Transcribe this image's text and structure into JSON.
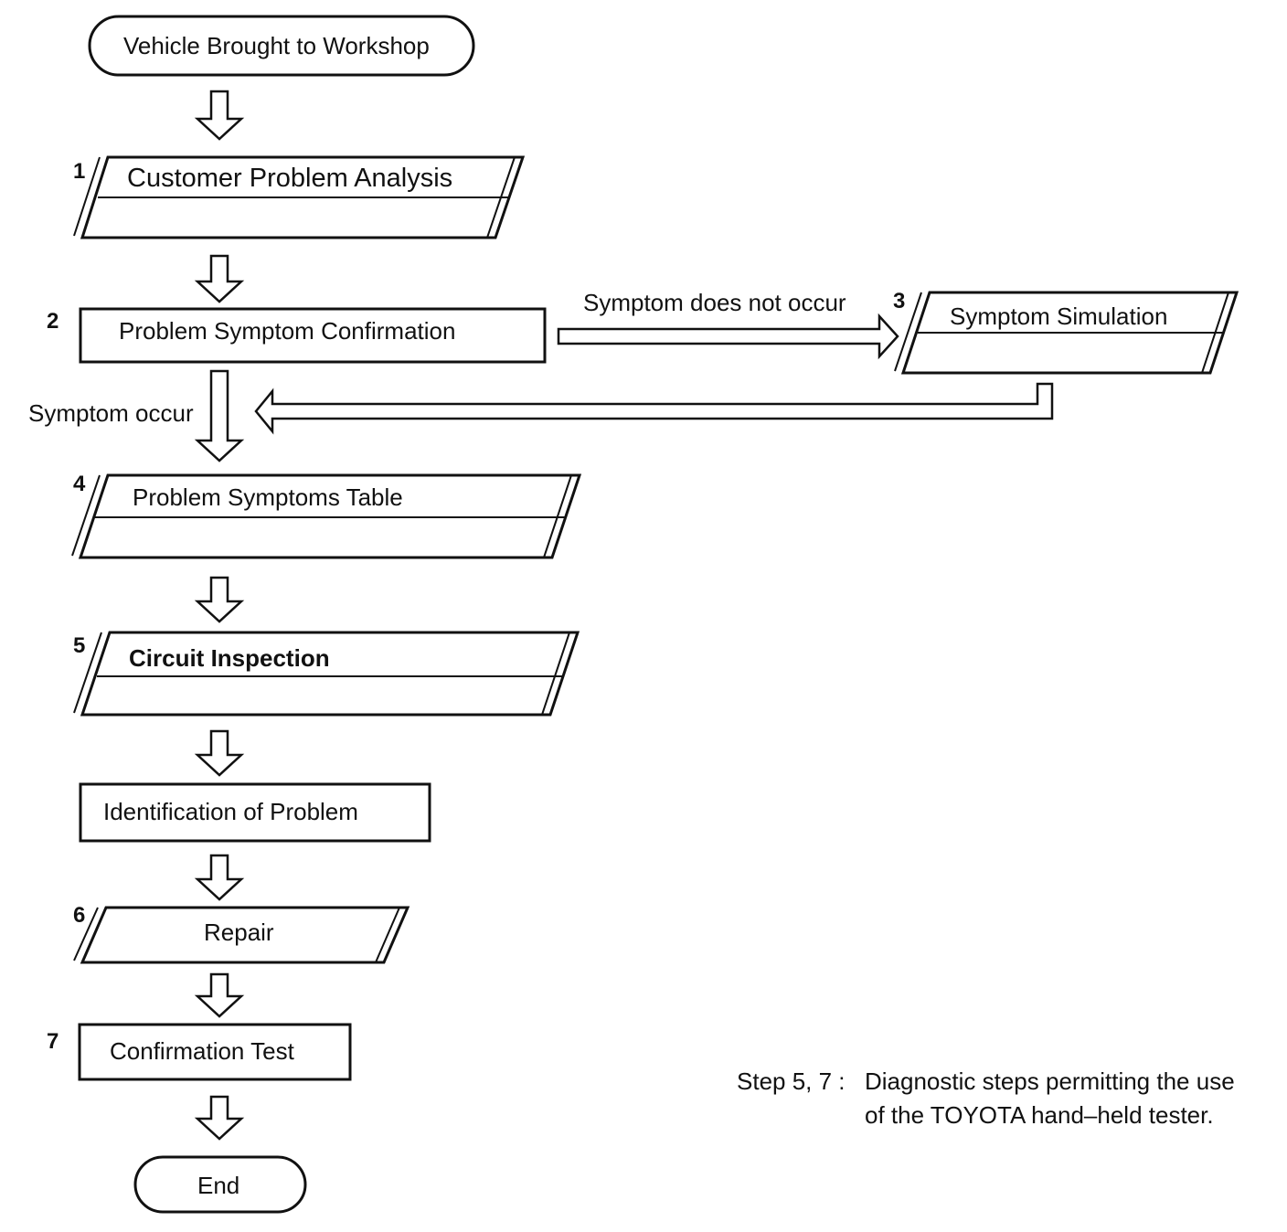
{
  "flow": {
    "start": "Vehicle Brought to Workshop",
    "steps": [
      {
        "number": "1",
        "label": "Customer Problem Analysis"
      },
      {
        "number": "2",
        "label": "Problem Symptom Confirmation"
      },
      {
        "number": "3",
        "label": "Symptom Simulation"
      },
      {
        "number": "4",
        "label": "Problem Symptoms Table"
      },
      {
        "number": "5",
        "label": "Circuit Inspection"
      },
      {
        "number": "",
        "label": "Identification of Problem"
      },
      {
        "number": "6",
        "label": "Repair"
      },
      {
        "number": "7",
        "label": "Confirmation Test"
      }
    ],
    "end": "End",
    "branch_labels": {
      "not_occur": "Symptom does not occur",
      "occur": "Symptom occur"
    }
  },
  "note": {
    "prefix": "Step 5, 7 :",
    "line1": "Diagnostic steps permitting the use",
    "line2": "of the TOYOTA hand–held tester."
  }
}
